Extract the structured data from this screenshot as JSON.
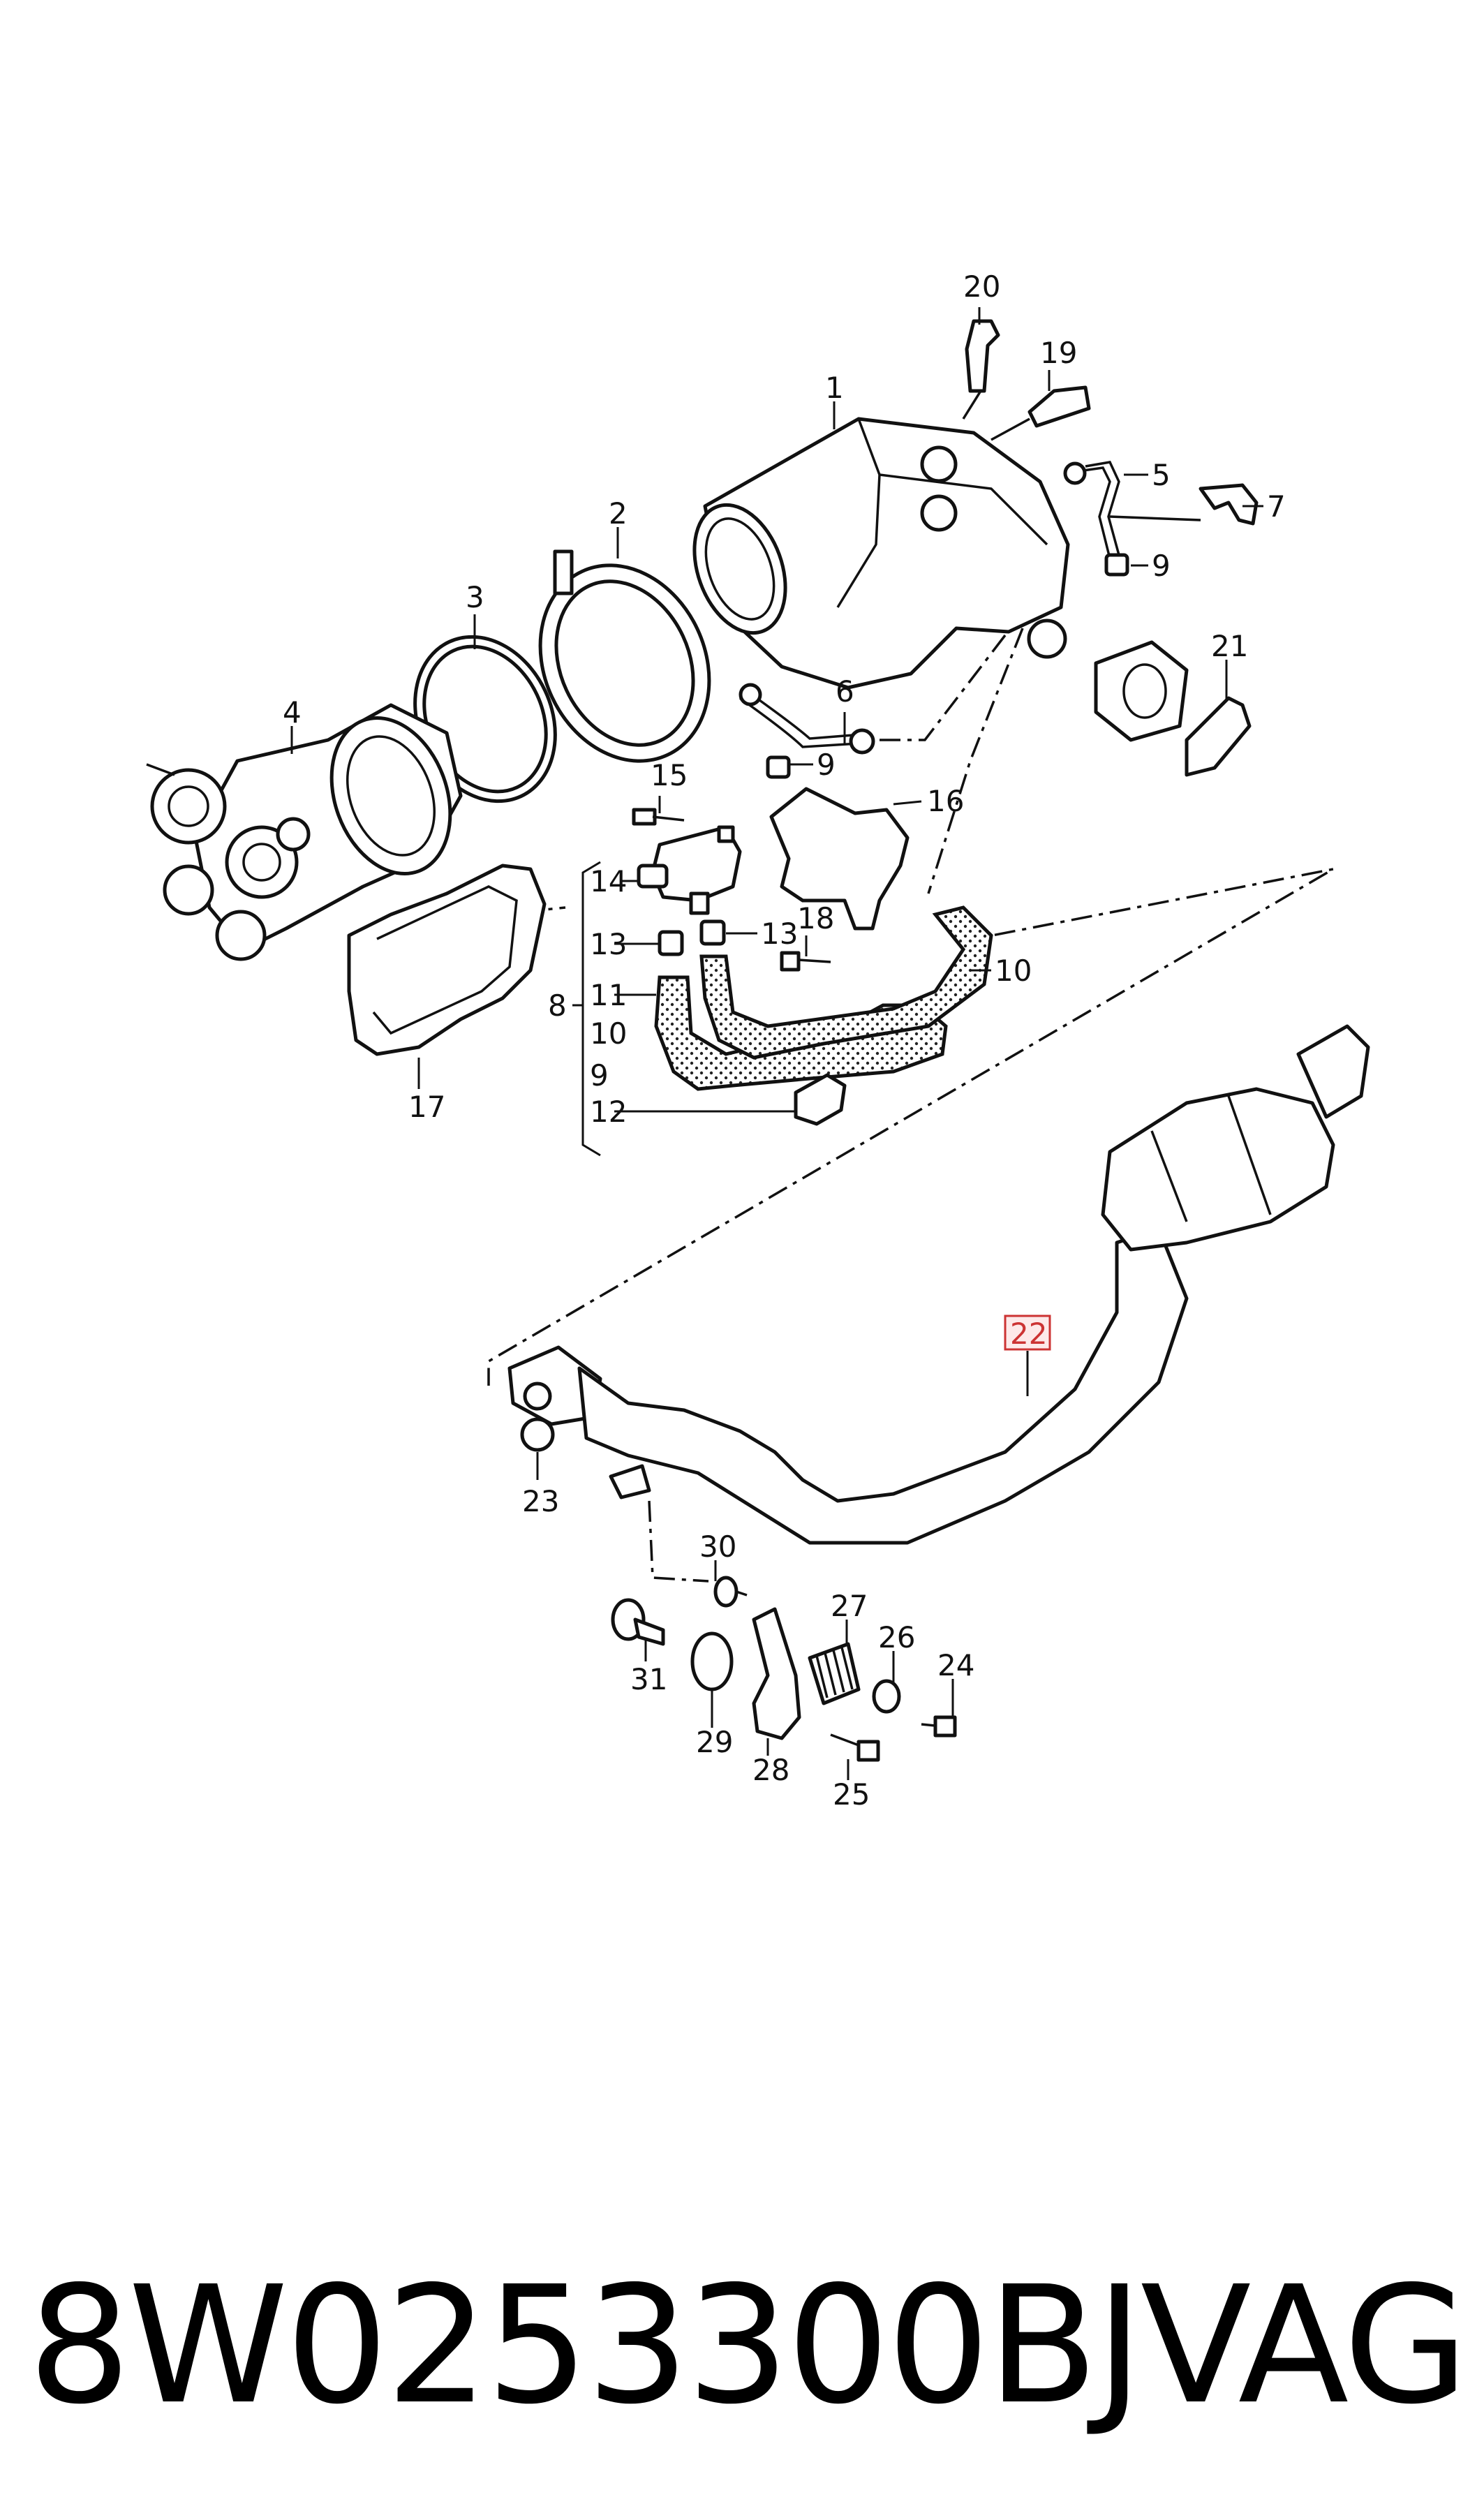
{
  "callouts": [
    "1",
    "2",
    "3",
    "4",
    "5",
    "6",
    "7",
    "8",
    "9",
    "9",
    "9",
    "10",
    "10",
    "11",
    "11",
    "12",
    "12",
    "13",
    "13",
    "14",
    "15",
    "16",
    "17",
    "18",
    "19",
    "20",
    "21",
    "22",
    "23",
    "24",
    "25",
    "26",
    "27",
    "28",
    "29",
    "30",
    "31"
  ],
  "footer": {
    "part_number": "8W0253300BJ",
    "brand": "VAG"
  },
  "highlight_color": "#cc3333"
}
